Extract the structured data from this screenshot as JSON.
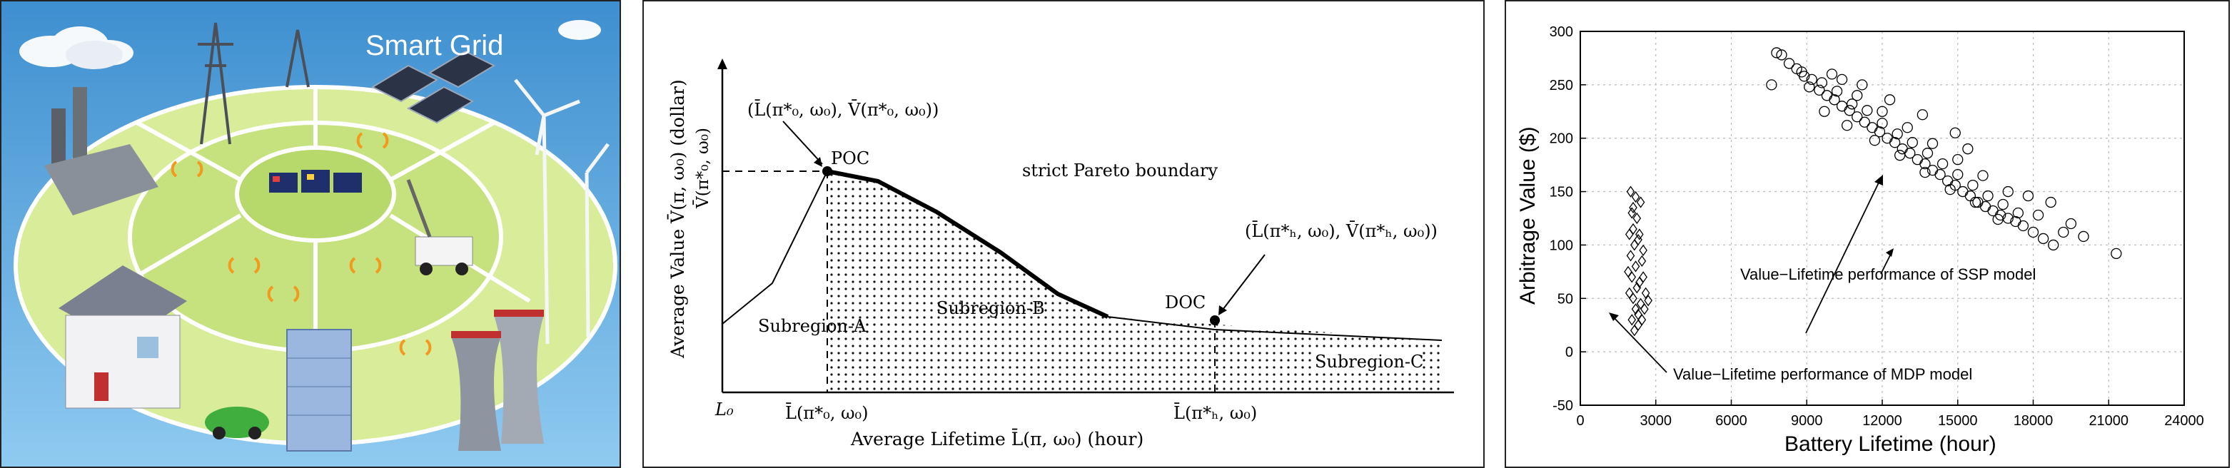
{
  "illustration": {
    "title": "Smart Grid",
    "colors": {
      "sky": "#5aa9df",
      "ring": "#d9ec9a",
      "ring_inner": "#b7d86a"
    }
  },
  "pareto": {
    "labels": {
      "y_axis": "Average Value V̄(π, ω₀) (dollar)",
      "x_axis": "Average Lifetime L̄(π, ω₀) (hour)",
      "origin": "L₀",
      "y_tick": "V̄(π*₀, ω₀)",
      "x_tick_poc": "L̄(π*₀, ω₀)",
      "x_tick_doc": "L̄(π*ₕ, ω₀)",
      "poc": "POC",
      "doc": "DOC",
      "poc_point": "(L̄(π*₀, ω₀), V̄(π*₀, ω₀))",
      "doc_point": "(L̄(π*ₕ, ω₀), V̄(π*ₕ, ω₀))",
      "boundary": "strict Pareto boundary",
      "subregion_a": "Subregion-A",
      "subregion_b": "Subregion-B",
      "subregion_c": "Subregion-C"
    }
  },
  "chart_data": {
    "type": "scatter",
    "xlabel": "Battery Lifetime (hour)",
    "ylabel": "Arbitrage Value ($)",
    "xlim": [
      0,
      24000
    ],
    "ylim": [
      -50,
      300
    ],
    "xticks": [
      "0",
      "3000",
      "6000",
      "9000",
      "12000",
      "15000",
      "18000",
      "21000",
      "24000"
    ],
    "yticks": [
      "-50",
      "0",
      "50",
      "100",
      "150",
      "200",
      "250",
      "300"
    ],
    "grid": true,
    "annotations": [
      {
        "text": "Value−Lifetime performance of SSP model"
      },
      {
        "text": "Value−Lifetime performance of MDP model"
      }
    ],
    "series": [
      {
        "marker": "circle",
        "points": [
          [
            7600,
            250
          ],
          [
            7800,
            280
          ],
          [
            8000,
            278
          ],
          [
            8300,
            270
          ],
          [
            8600,
            265
          ],
          [
            8900,
            258
          ],
          [
            9200,
            255
          ],
          [
            9500,
            245
          ],
          [
            9800,
            240
          ],
          [
            10100,
            236
          ],
          [
            10400,
            230
          ],
          [
            10700,
            226
          ],
          [
            11000,
            220
          ],
          [
            11300,
            215
          ],
          [
            11600,
            210
          ],
          [
            11900,
            206
          ],
          [
            12200,
            200
          ],
          [
            12500,
            196
          ],
          [
            12800,
            190
          ],
          [
            13100,
            186
          ],
          [
            13400,
            180
          ],
          [
            13700,
            176
          ],
          [
            14000,
            170
          ],
          [
            14300,
            166
          ],
          [
            14600,
            160
          ],
          [
            14900,
            156
          ],
          [
            15200,
            150
          ],
          [
            15500,
            146
          ],
          [
            15800,
            140
          ],
          [
            16100,
            136
          ],
          [
            16400,
            132
          ],
          [
            16700,
            128
          ],
          [
            17000,
            125
          ],
          [
            17300,
            122
          ],
          [
            17600,
            118
          ],
          [
            18000,
            112
          ],
          [
            18400,
            106
          ],
          [
            18800,
            100
          ],
          [
            19200,
            112
          ],
          [
            19500,
            120
          ],
          [
            20000,
            108
          ],
          [
            21300,
            92
          ],
          [
            8800,
            262
          ],
          [
            9100,
            248
          ],
          [
            9600,
            252
          ],
          [
            10200,
            244
          ],
          [
            10800,
            232
          ],
          [
            11400,
            226
          ],
          [
            12000,
            214
          ],
          [
            12600,
            204
          ],
          [
            13200,
            196
          ],
          [
            13800,
            186
          ],
          [
            14400,
            176
          ],
          [
            15000,
            166
          ],
          [
            15600,
            156
          ],
          [
            16200,
            146
          ],
          [
            16800,
            138
          ],
          [
            17400,
            130
          ],
          [
            11000,
            240
          ],
          [
            12000,
            225
          ],
          [
            13000,
            210
          ],
          [
            14000,
            195
          ],
          [
            15000,
            180
          ],
          [
            16000,
            165
          ],
          [
            17000,
            150
          ],
          [
            9700,
            225
          ],
          [
            10600,
            212
          ],
          [
            11700,
            198
          ],
          [
            12700,
            184
          ],
          [
            13700,
            168
          ],
          [
            14700,
            152
          ],
          [
            15700,
            140
          ],
          [
            16600,
            124
          ],
          [
            18200,
            128
          ],
          [
            18700,
            140
          ],
          [
            17800,
            146
          ],
          [
            10400,
            255
          ],
          [
            12300,
            236
          ],
          [
            13600,
            222
          ],
          [
            14900,
            205
          ],
          [
            15400,
            190
          ],
          [
            10000,
            260
          ],
          [
            11200,
            250
          ]
        ]
      },
      {
        "marker": "diamond",
        "points": [
          [
            2000,
            150
          ],
          [
            2050,
            130
          ],
          [
            2100,
            115
          ],
          [
            2150,
            100
          ],
          [
            2000,
            90
          ],
          [
            2200,
            80
          ],
          [
            2050,
            70
          ],
          [
            2250,
            60
          ],
          [
            2100,
            50
          ],
          [
            2200,
            40
          ],
          [
            2050,
            30
          ],
          [
            2300,
            25
          ],
          [
            2150,
            20
          ],
          [
            2400,
            45
          ],
          [
            2350,
            65
          ],
          [
            2450,
            85
          ],
          [
            2300,
            105
          ],
          [
            2250,
            125
          ],
          [
            2400,
            140
          ],
          [
            2500,
            70
          ],
          [
            2600,
            55
          ],
          [
            2500,
            95
          ],
          [
            1950,
            110
          ],
          [
            1900,
            75
          ],
          [
            2550,
            40
          ],
          [
            2200,
            145
          ],
          [
            2100,
            135
          ],
          [
            2300,
            35
          ],
          [
            2450,
            30
          ],
          [
            1950,
            55
          ],
          [
            2700,
            48
          ],
          [
            2350,
            110
          ]
        ]
      }
    ]
  }
}
